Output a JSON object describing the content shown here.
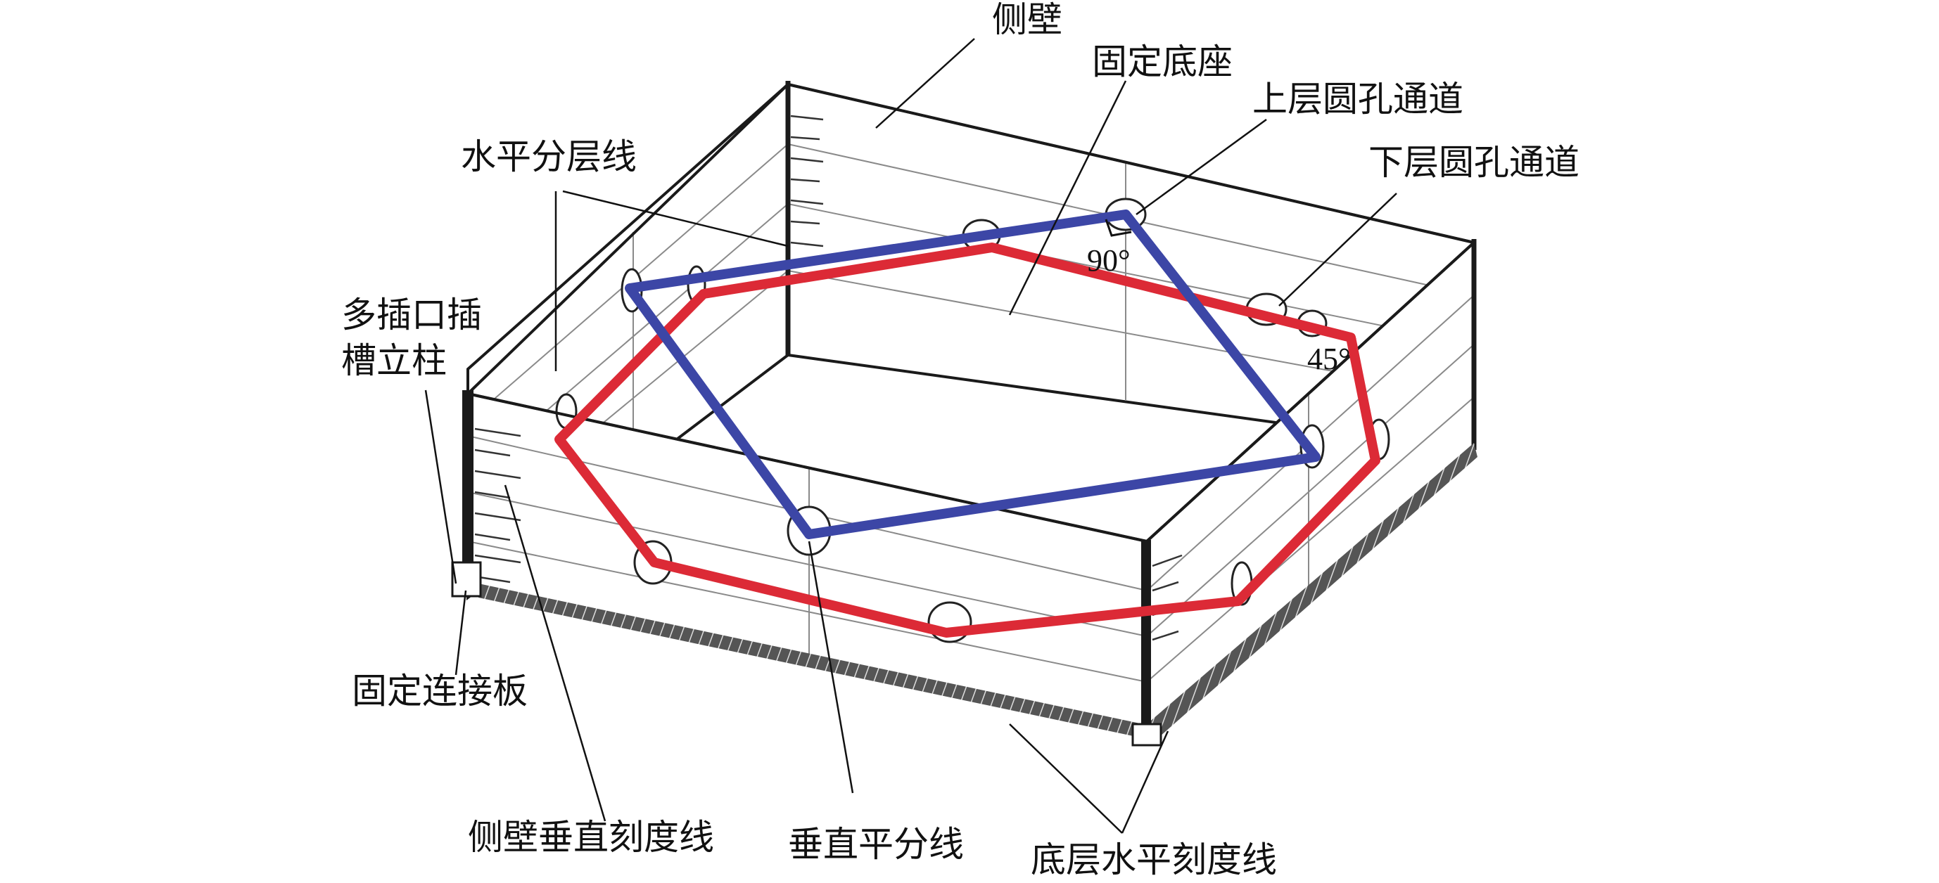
{
  "labels": {
    "side_wall": "侧壁",
    "fixed_base": "固定底座",
    "upper_channel": "上层圆孔通道",
    "lower_channel": "下层圆孔通道",
    "horizontal_layer_line": "水平分层线",
    "post_line1": "多插口插",
    "post_line2": "槽立柱",
    "fixed_plate": "固定连接板",
    "vertical_scale": "侧壁垂直刻度线",
    "vertical_bisector": "垂直平分线",
    "bottom_scale": "底层水平刻度线"
  },
  "angles": {
    "upper": "90°",
    "lower": "45°"
  },
  "colors": {
    "upper_channel": "#3c46a6",
    "lower_channel": "#dc2a36",
    "frame": "#1a1a1a"
  }
}
